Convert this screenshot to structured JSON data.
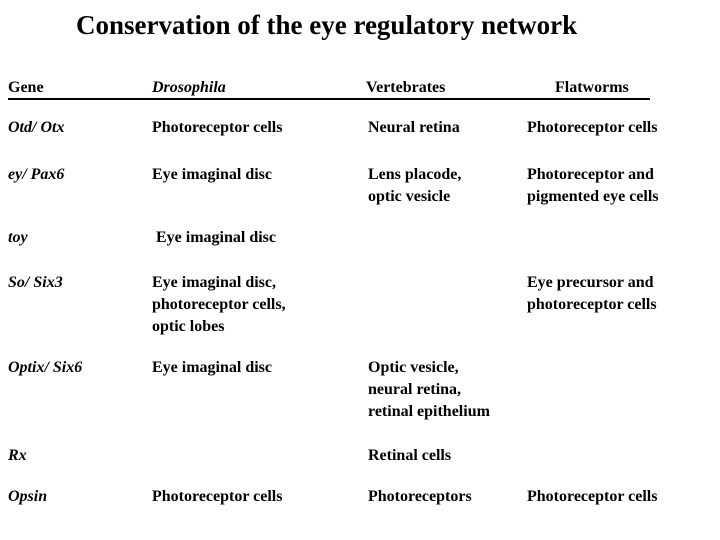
{
  "title": "Conservation of the eye regulatory network",
  "table": {
    "headers": [
      "Gene",
      "Drosophila",
      "Vertebrates",
      "Flatworms"
    ],
    "rows": [
      {
        "gene": "Otd/ Otx",
        "drosophila": "Photoreceptor cells",
        "vertebrates": "Neural retina",
        "flatworms": "Photoreceptor cells"
      },
      {
        "gene": "ey/ Pax6",
        "drosophila": "Eye imaginal disc",
        "vertebrates": "Lens placode,\noptic vesicle",
        "flatworms": "Photoreceptor and\npigmented eye cells"
      },
      {
        "gene": "toy",
        "drosophila": " Eye imaginal disc",
        "vertebrates": "",
        "flatworms": ""
      },
      {
        "gene": "So/ Six3",
        "drosophila": "Eye imaginal disc,\nphotoreceptor cells,\noptic lobes",
        "vertebrates": "",
        "flatworms": "Eye precursor and\nphotoreceptor cells"
      },
      {
        "gene": "Optix/ Six6",
        "drosophila": "Eye imaginal disc",
        "vertebrates": "Optic vesicle,\nneural retina,\nretinal epithelium",
        "flatworms": ""
      },
      {
        "gene": "Rx",
        "drosophila": "",
        "vertebrates": "Retinal cells",
        "flatworms": ""
      },
      {
        "gene": "Opsin",
        "drosophila": "Photoreceptor cells",
        "vertebrates": "Photoreceptors",
        "flatworms": "Photoreceptor cells"
      }
    ]
  }
}
